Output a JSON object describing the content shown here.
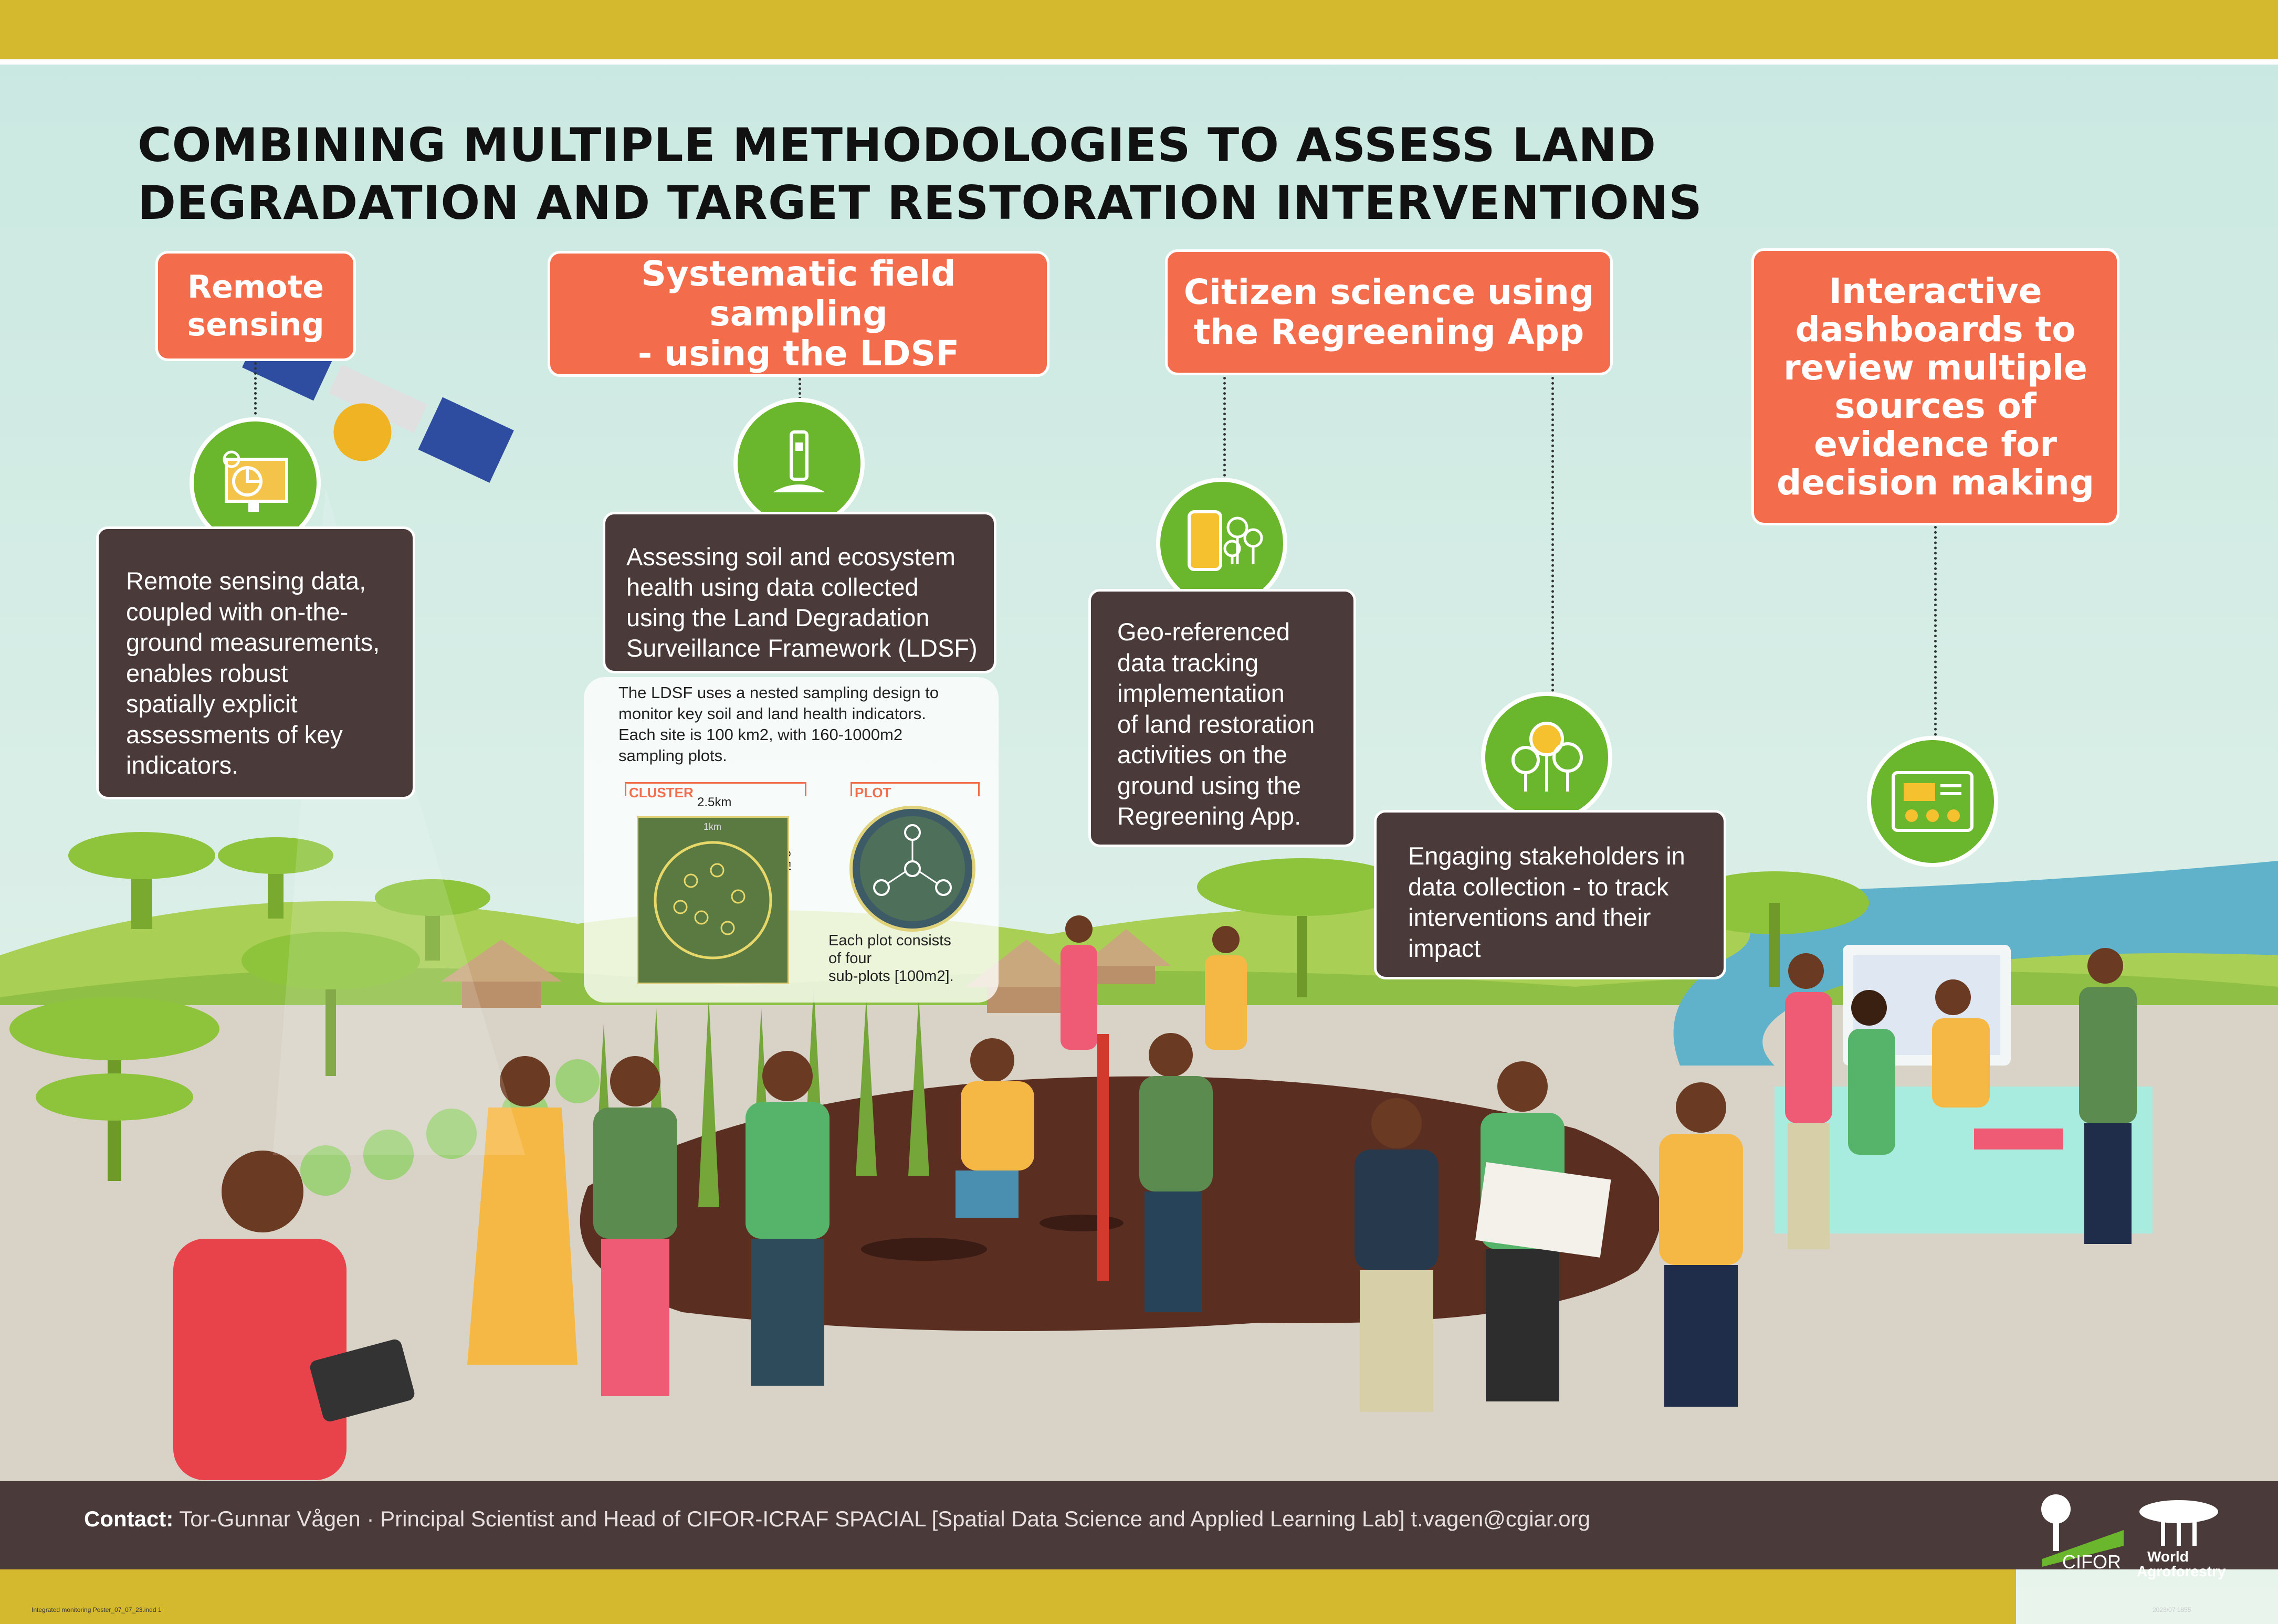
{
  "title": "COMBINING MULTIPLE METHODOLOGIES TO ASSESS LAND\nDEGRADATION AND TARGET RESTORATION INTERVENTIONS",
  "sections": [
    {
      "heading": "Remote\nsensing",
      "body": "Remote sensing data,\ncoupled with on-the-\nground measurements,\nenables robust\nspatially explicit\nassessments of key\nindicators.",
      "icon": "monitor-chart-icon"
    },
    {
      "heading": "Systematic field sampling\n- using the LDSF",
      "body": "Assessing soil and ecosystem\nhealth using data collected\nusing the Land Degradation\nSurveillance Framework (LDSF)",
      "icon": "sampling-probe-icon"
    },
    {
      "heading": "Citizen science using\nthe Regreening App",
      "body": "Geo-referenced\ndata tracking\nimplementation\nof land restoration\nactivities on the\nground using the\nRegreening App.",
      "icon": "phone-trees-icon"
    },
    {
      "heading": "Interactive\ndashboards to\nreview multiple\nsources of\nevidence for\ndecision making",
      "icon": "dashboard-icon"
    }
  ],
  "engaging": {
    "body": "Engaging stakeholders in\ndata collection - to track\ninterventions and their\nimpact",
    "icon": "trees-icon"
  },
  "ldsf_detail": {
    "description": "The LDSF uses a nested sampling design to\nmonitor key soil and land health indicators.\nEach site is 100 km2, with 160-1000m2\nsampling plots.",
    "cluster_label": "CLUSTER",
    "plot_label": "PLOT",
    "width_label": "2.5km",
    "height_label": "2.5km",
    "inner_label": "1km",
    "plot_note": "Each plot consists\nof four\nsub-plots [100m2]."
  },
  "contact": {
    "label": "Contact:",
    "text": " Tor-Gunnar Vågen · Principal Scientist and Head of CIFOR-ICRAF SPACIAL [Spatial Data Science and Applied Learning Lab] t.vagen@cgiar.org"
  },
  "logos": {
    "cifor": "CIFOR",
    "wa_line1": "World",
    "wa_line2": "Agroforestry"
  },
  "print_marks": {
    "left": "Integrated monitoring Poster_07_07_23.indd   1",
    "right": "2023/07 1855"
  },
  "colors": {
    "band": "#d4b92e",
    "accent": "#f36d4d",
    "panel": "#4a3a3a",
    "green": "#6ab62c",
    "sky": "#cfe9e3",
    "ground": "#d9d3c7",
    "soil": "#5a2f22"
  }
}
